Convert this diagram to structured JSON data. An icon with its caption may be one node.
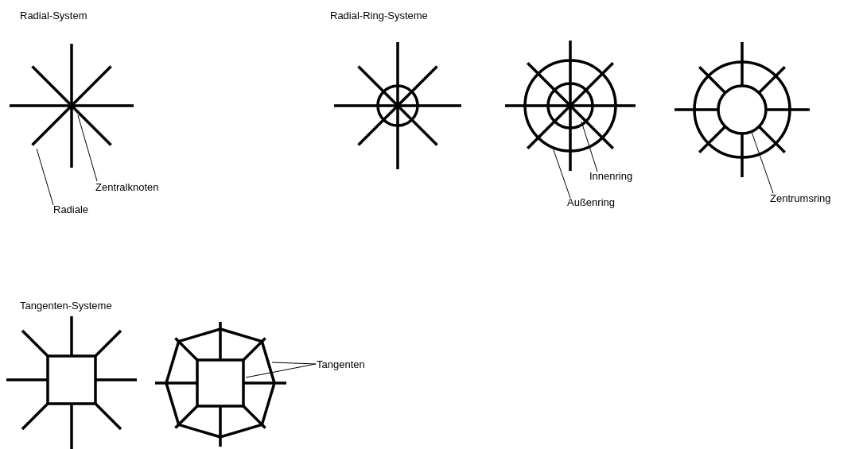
{
  "diagram": {
    "nodes": [
      {
        "text": [
          "Zentralknoten"
        ]
      },
      {
        "text": [
          "Radiale"
        ]
      },
      {
        "text": [
          "Innenring"
        ]
      },
      {
        "text": [
          "Außenring"
        ]
      },
      {
        "text": [
          "Zentrumsring"
        ]
      },
      {
        "text": [
          "Tangenten"
        ]
      }
    ],
    "edges": [
      {
        "from": 0,
        "to": null,
        "arrow": "none"
      },
      {
        "from": 1,
        "to": null,
        "arrow": "none"
      },
      {
        "from": 2,
        "to": null,
        "arrow": "none"
      },
      {
        "from": 3,
        "to": null,
        "arrow": "none"
      },
      {
        "from": 4,
        "to": null,
        "arrow": "none"
      },
      {
        "from": 5,
        "to": null,
        "arrow": "none"
      },
      {
        "from": 5,
        "to": null,
        "arrow": "none"
      }
    ],
    "labels": [
      "Radial-System",
      "Radial-Ring-Systeme",
      "Tangenten-Systeme"
    ]
  }
}
